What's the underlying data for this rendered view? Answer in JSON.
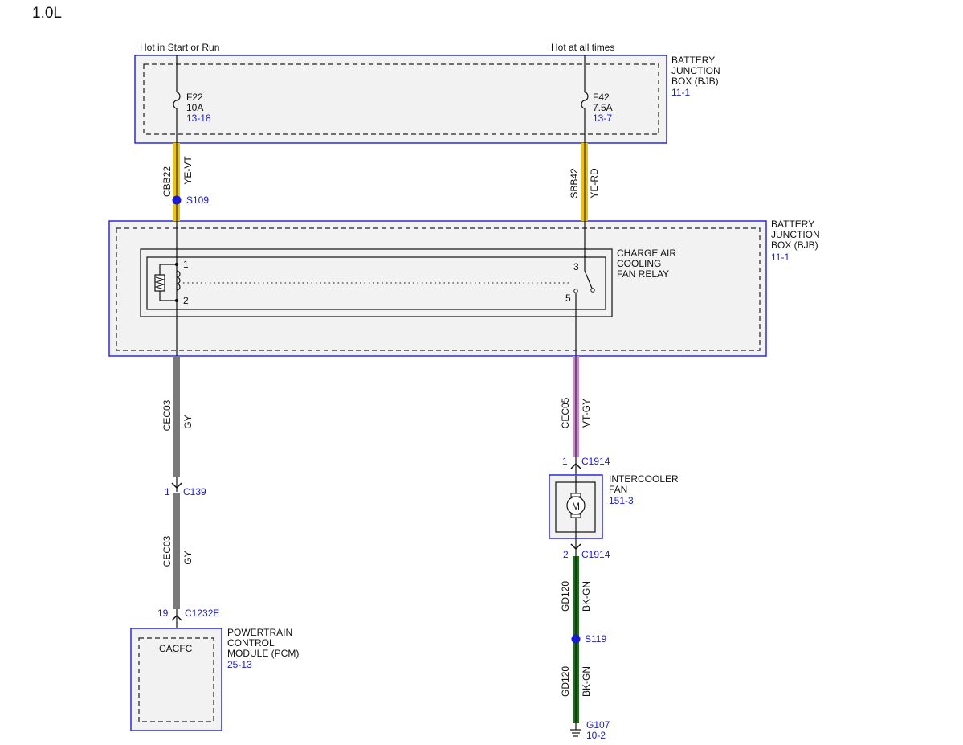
{
  "title": "1.0L",
  "sources": {
    "left": "Hot in Start or Run",
    "right": "Hot at all times"
  },
  "bjb_top": {
    "name_lines": [
      "BATTERY",
      "JUNCTION",
      "BOX (BJB)"
    ],
    "ref": "11-1"
  },
  "bjb_mid": {
    "name_lines": [
      "BATTERY",
      "JUNCTION",
      "BOX (BJB)"
    ],
    "ref": "11-1"
  },
  "fuses": [
    {
      "id": "F22",
      "rating": "10A",
      "ref": "13-18"
    },
    {
      "id": "F42",
      "rating": "7.5A",
      "ref": "13-7"
    }
  ],
  "wires": {
    "cbb22": {
      "circuit": "CBB22",
      "color": "YE-VT"
    },
    "sbb42": {
      "circuit": "SBB42",
      "color": "YE-RD"
    },
    "cec03_upper": {
      "circuit": "CEC03",
      "color": "GY"
    },
    "cec03_lower": {
      "circuit": "CEC03",
      "color": "GY"
    },
    "cec05": {
      "circuit": "CEC05",
      "color": "VT-GY"
    },
    "gd120_upper": {
      "circuit": "GD120",
      "color": "BK-GN"
    },
    "gd120_lower": {
      "circuit": "GD120",
      "color": "BK-GN"
    }
  },
  "wire_colors": {
    "yellow": "#e8c21a",
    "gray": "#7a7a7a",
    "violet": "#cc88cc",
    "green": "#1f6b1f",
    "link_blue": "#1a1ad6",
    "box_border": "#2a2ae0"
  },
  "splices": {
    "s109": "S109",
    "s119": "S119"
  },
  "relay": {
    "name_lines": [
      "CHARGE AIR",
      "COOLING",
      "FAN RELAY"
    ],
    "pins": {
      "p1": "1",
      "p2": "2",
      "p3": "3",
      "p5": "5"
    }
  },
  "connectors": {
    "c139": {
      "pin": "1",
      "name": "C139"
    },
    "c1232e": {
      "pin": "19",
      "name": "C1232E"
    },
    "c1914_top": {
      "pin": "1",
      "name": "C1914"
    },
    "c1914_bottom": {
      "pin": "2",
      "name": "C1914"
    }
  },
  "pcm": {
    "name_lines": [
      "POWERTRAIN",
      "CONTROL",
      "MODULE (PCM)"
    ],
    "ref": "25-13",
    "pin_label": "CACFC"
  },
  "fan": {
    "name_lines": [
      "INTERCOOLER",
      "FAN"
    ],
    "ref": "151-3",
    "motor_symbol": "M"
  },
  "ground": {
    "name": "G107",
    "ref": "10-2"
  }
}
